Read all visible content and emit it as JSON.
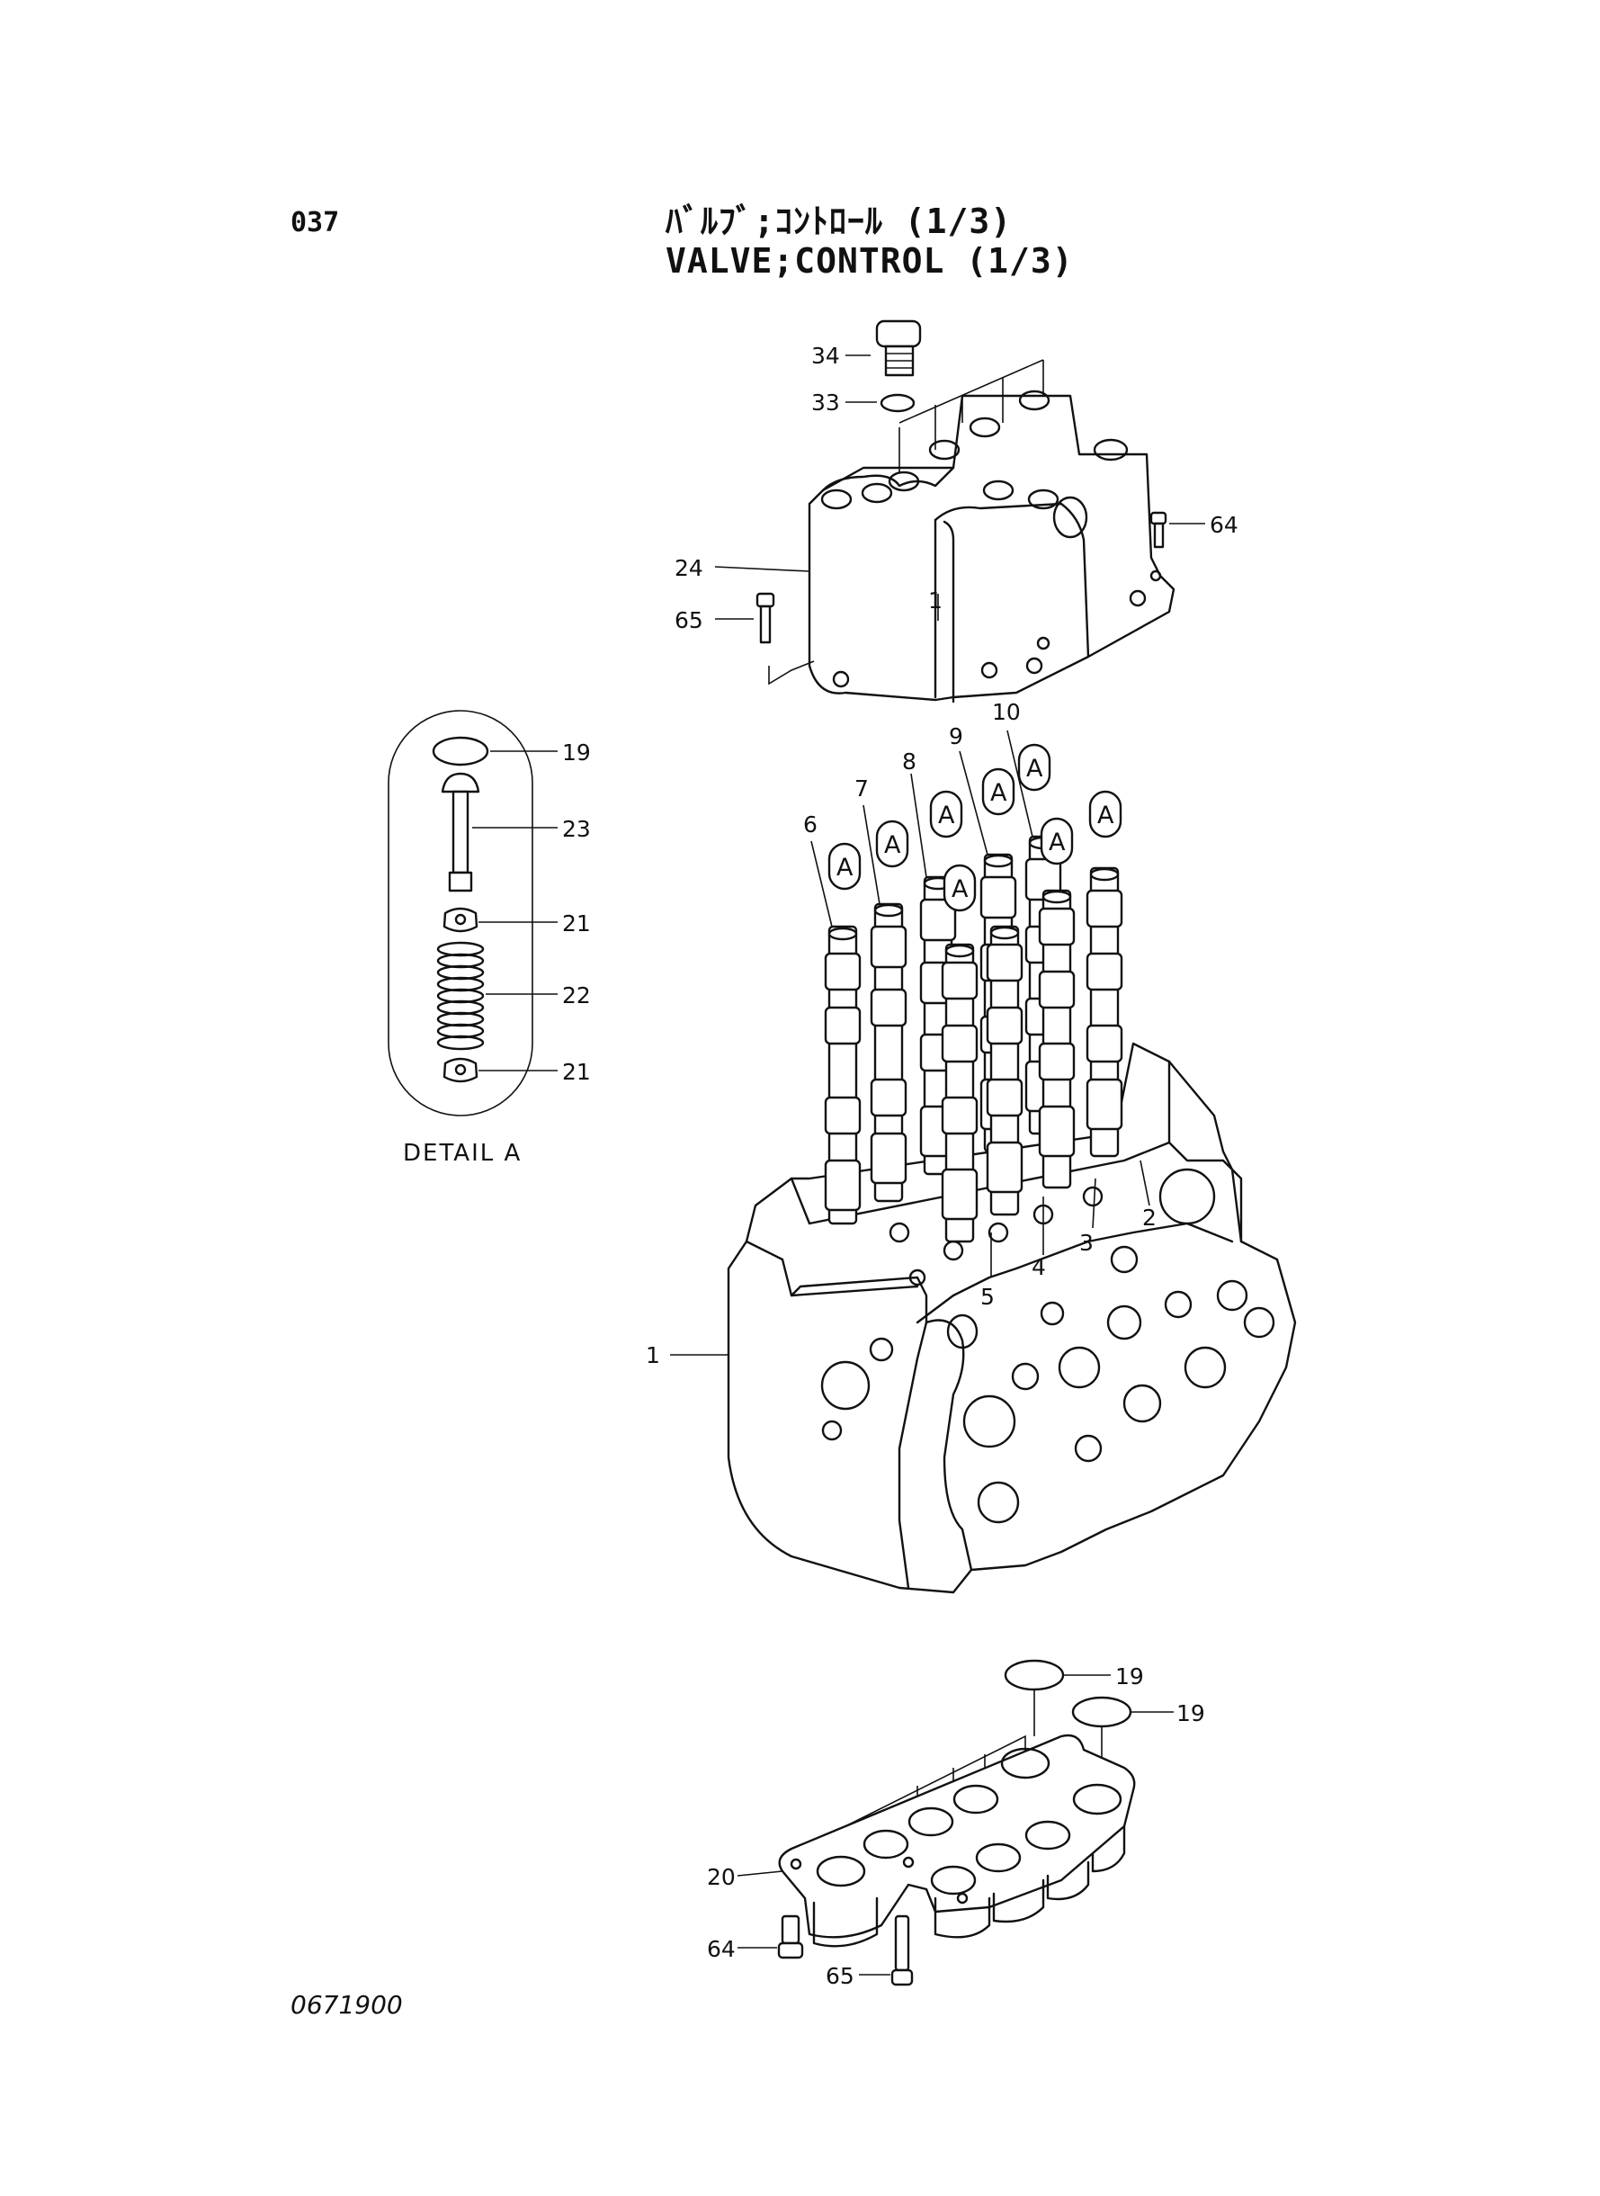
{
  "page": {
    "number": "037",
    "title_jp": "ﾊﾞﾙﾌﾞ;ｺﾝﾄﾛｰﾙ (1/3)",
    "title_en": "VALVE;CONTROL (1/3)",
    "doc_number": "0671900"
  },
  "detail": {
    "caption": "DETAIL A",
    "bubble_label": "A"
  },
  "callouts": {
    "c34": "34",
    "c33": "33",
    "c24": "24",
    "c64_top": "64",
    "c65_top": "65",
    "c19_detail": "19",
    "c23": "23",
    "c21_a": "21",
    "c22": "22",
    "c21_b": "21",
    "c6": "6",
    "c7": "7",
    "c8": "8",
    "c9": "9",
    "c10": "10",
    "c1": "1",
    "c2": "2",
    "c3": "3",
    "c4": "4",
    "c5": "5",
    "c19_b1": "19",
    "c19_b2": "19",
    "c20": "20",
    "c64_bot": "64",
    "c65_bot": "65",
    "c1_small": "1"
  },
  "colors": {
    "ink": "#111111",
    "paper": "#ffffff"
  }
}
